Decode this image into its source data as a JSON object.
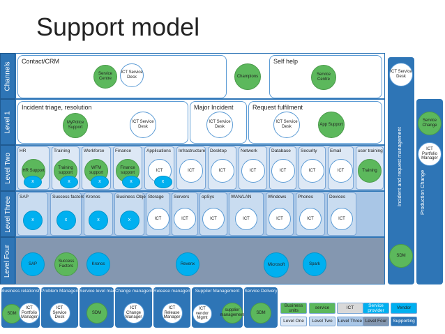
{
  "title": "Support model",
  "levels": {
    "channels": "Channels",
    "one": "Level 1",
    "two": "Level Two",
    "three": "Level Three",
    "four": "Level Four"
  },
  "channels": {
    "contact_title": "Contact/CRM",
    "service_centre": "Service Centre",
    "ict_service_desk": "ICT Service Desk",
    "champions": "Champions",
    "self_help_title": "Self help",
    "self_help_service_centre": "Service Centre"
  },
  "level1": {
    "triage_title": "Incident triage, resolution",
    "mypolice": "MyPolice Support",
    "triage_desk": "ICT Service Desk",
    "major_title": "Major Incident",
    "major_desk": "ICT Service Desk",
    "fulfil_title": "Request fulfilment",
    "fulfil_desk": "ICT Service Desk",
    "app_support": "App Support"
  },
  "level2": {
    "columns": [
      {
        "title": "HR",
        "circle": "HR Support",
        "badge": "x"
      },
      {
        "title": "Training",
        "circle": "Training support",
        "badge": "x"
      },
      {
        "title": "Workforce",
        "circle": "WFM support",
        "badge": "x"
      },
      {
        "title": "Finance",
        "circle": "Finance support",
        "badge": "x"
      },
      {
        "title": "Applications",
        "circle": "ICT",
        "badge": "x"
      },
      {
        "title": "Infrastructure",
        "circle": "ICT"
      },
      {
        "title": "Desktop",
        "circle": "ICT"
      },
      {
        "title": "Network",
        "circle": "ICT"
      },
      {
        "title": "Database",
        "circle": "ICT"
      },
      {
        "title": "Security",
        "circle": "ICT"
      },
      {
        "title": "Email",
        "circle": "ICT"
      },
      {
        "title": "user training",
        "circle": "Training"
      }
    ]
  },
  "level3": {
    "columns": [
      {
        "title": "SAP",
        "circle": "x"
      },
      {
        "title": "Success factors",
        "circle": "x"
      },
      {
        "title": "Kronos",
        "circle": "x"
      },
      {
        "title": "Business Objects",
        "circle": "x"
      },
      {
        "title": "Storage",
        "circle": "ICT"
      },
      {
        "title": "Servers",
        "circle": "ICT"
      },
      {
        "title": "opSys",
        "circle": "ICT"
      },
      {
        "title": "WAN/LAN",
        "circle": "ICT"
      },
      {
        "title": "Windows",
        "circle": "ICT"
      },
      {
        "title": "Phones",
        "circle": "ICT"
      },
      {
        "title": "Devices",
        "circle": "ICT"
      }
    ]
  },
  "level4": {
    "sap": "SAP",
    "success": "Success Factors",
    "kronos": "Kronos",
    "revenix": "Revenx",
    "microsoft": "Microsoft",
    "spark": "Spark"
  },
  "side": {
    "incident_label": "Incident and request management",
    "incident_desk": "ICT Service Desk",
    "incident_sdm": "SDM",
    "production_label": "Production Change",
    "service_change": "Service Change",
    "portfolio_manager": "ICT Portfolio Manager"
  },
  "bottom": [
    {
      "title": "Business relationship",
      "c1": "SDM",
      "c2": "ICT Portfolio Manager"
    },
    {
      "title": "Problem Management",
      "c1": "ICT Service Desk"
    },
    {
      "title": "Service level management",
      "c1": "SDM"
    },
    {
      "title": "Change management",
      "c1": "ICT Change Manager"
    },
    {
      "title": "Release management",
      "c1": "ICT Release Manager"
    },
    {
      "title": "Supplier Management",
      "c1": "ICT vendor Mgmt",
      "c2": "supplier management"
    },
    {
      "title": "Service Delivery",
      "c1": "SDM"
    }
  ],
  "legend": {
    "row1": [
      "Business units",
      "service",
      "ICT",
      "Service provider",
      "Vendor"
    ],
    "row2": [
      "Level One",
      "Level Two",
      "Level Three",
      "Level Four",
      "Supporting"
    ]
  },
  "colors": {
    "primary": "#2e75b6",
    "green": "#5cb85c",
    "cyan": "#00b0f0",
    "level2_bg": "#c5d9ef",
    "level3_bg": "#a9c6e6",
    "level4_bg": "#8497b0"
  }
}
